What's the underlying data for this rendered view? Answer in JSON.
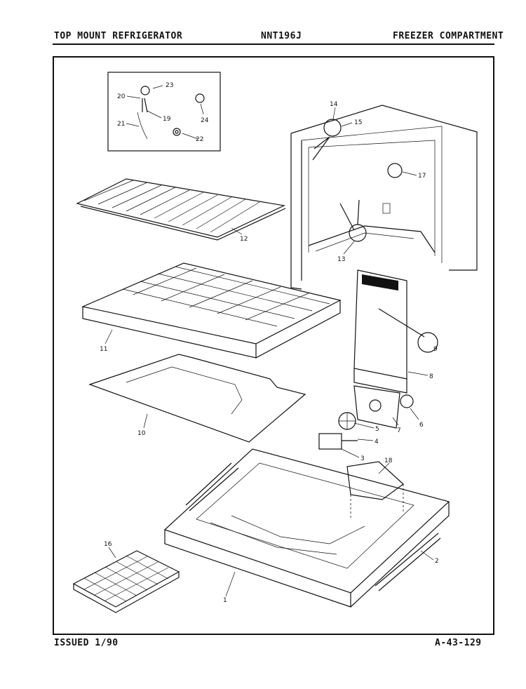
{
  "header": {
    "left": "TOP MOUNT REFRIGERATOR",
    "center": "NNT196J",
    "right": "FREEZER COMPARTMENT"
  },
  "footer": {
    "left": "ISSUED 1/90",
    "right": "A-43-129"
  },
  "callouts": {
    "c1": "1",
    "c2": "2",
    "c3": "3",
    "c4": "4",
    "c5": "5",
    "c6": "6",
    "c7": "7",
    "c8": "8",
    "c9": "9",
    "c10": "10",
    "c11": "11",
    "c12": "12",
    "c13": "13",
    "c14": "14",
    "c15": "15",
    "c16": "16",
    "c17": "17",
    "c18": "18",
    "c19": "19",
    "c20": "20",
    "c21": "21",
    "c22": "22",
    "c23": "23",
    "c24": "24"
  }
}
